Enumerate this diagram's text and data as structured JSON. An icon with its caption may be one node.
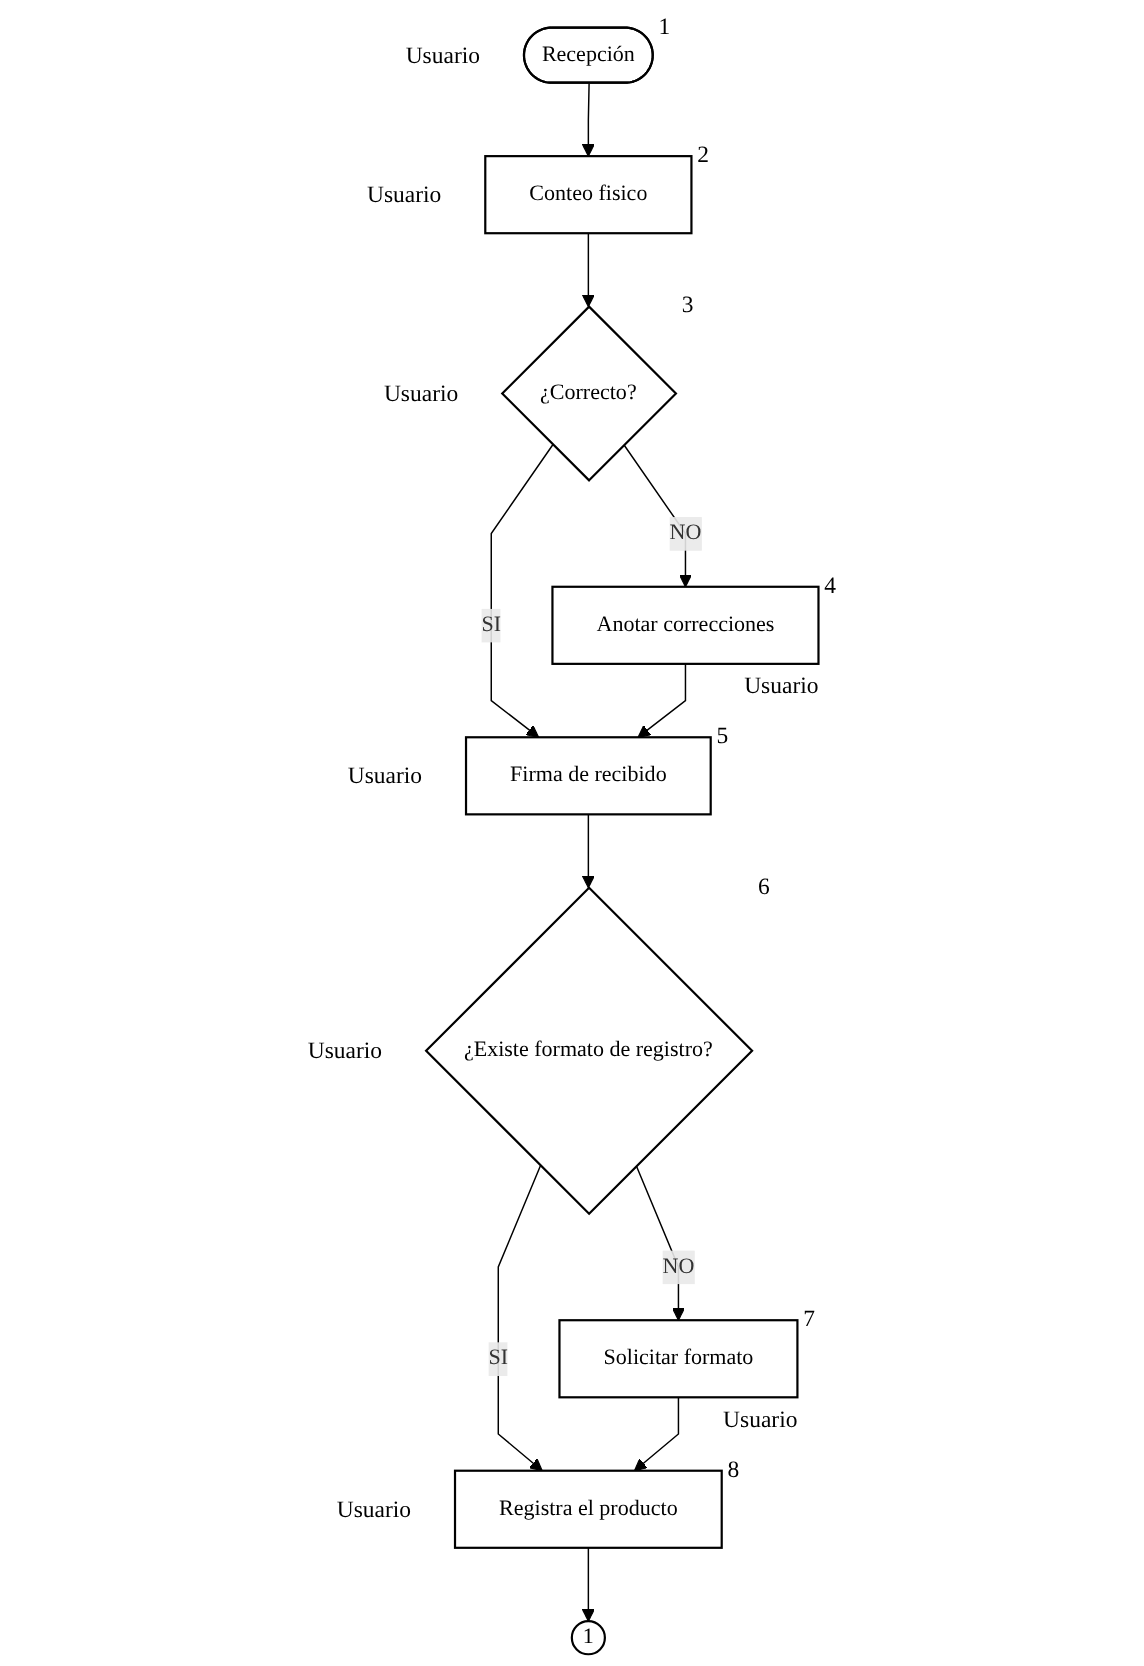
{
  "diagram": {
    "nodes": [
      {
        "text": [
          "Recepción"
        ],
        "beside": [
          "1",
          "Usuario"
        ]
      },
      {
        "text": [
          "Conteo fisico"
        ],
        "beside": [
          "2",
          "Usuario"
        ]
      },
      {
        "text": [
          "¿Correcto?"
        ],
        "beside": [
          "3",
          "Usuario"
        ]
      },
      {
        "text": [
          "Anotar correcciones"
        ],
        "beside": [
          "4",
          "Usuario"
        ]
      },
      {
        "text": [
          "Firma de recibido"
        ],
        "beside": [
          "5",
          "Usuario"
        ]
      },
      {
        "text": [
          "¿Existe formato de registro?"
        ],
        "beside": [
          "6",
          "Usuario"
        ]
      },
      {
        "text": [
          "Solicitar formato"
        ],
        "beside": [
          "7",
          "Usuario"
        ]
      },
      {
        "text": [
          "Registra el producto"
        ],
        "beside": [
          "8",
          "Usuario"
        ]
      },
      {
        "text": [
          "1"
        ]
      }
    ],
    "edges": [
      {
        "from": 0,
        "to": 1,
        "arrow": "to"
      },
      {
        "from": 1,
        "to": 2,
        "arrow": "to"
      },
      {
        "from": 2,
        "to": 3,
        "label": "NO",
        "arrow": "to"
      },
      {
        "from": 2,
        "to": 4,
        "label": "SI",
        "arrow": "to"
      },
      {
        "from": 3,
        "to": 4,
        "arrow": "to"
      },
      {
        "from": 4,
        "to": 5,
        "arrow": "to"
      },
      {
        "from": 5,
        "to": 6,
        "label": "NO",
        "arrow": "to"
      },
      {
        "from": 5,
        "to": 7,
        "label": "SI",
        "arrow": "to"
      },
      {
        "from": 6,
        "to": 7,
        "arrow": "to"
      },
      {
        "from": 7,
        "to": 8,
        "arrow": "to"
      }
    ]
  }
}
